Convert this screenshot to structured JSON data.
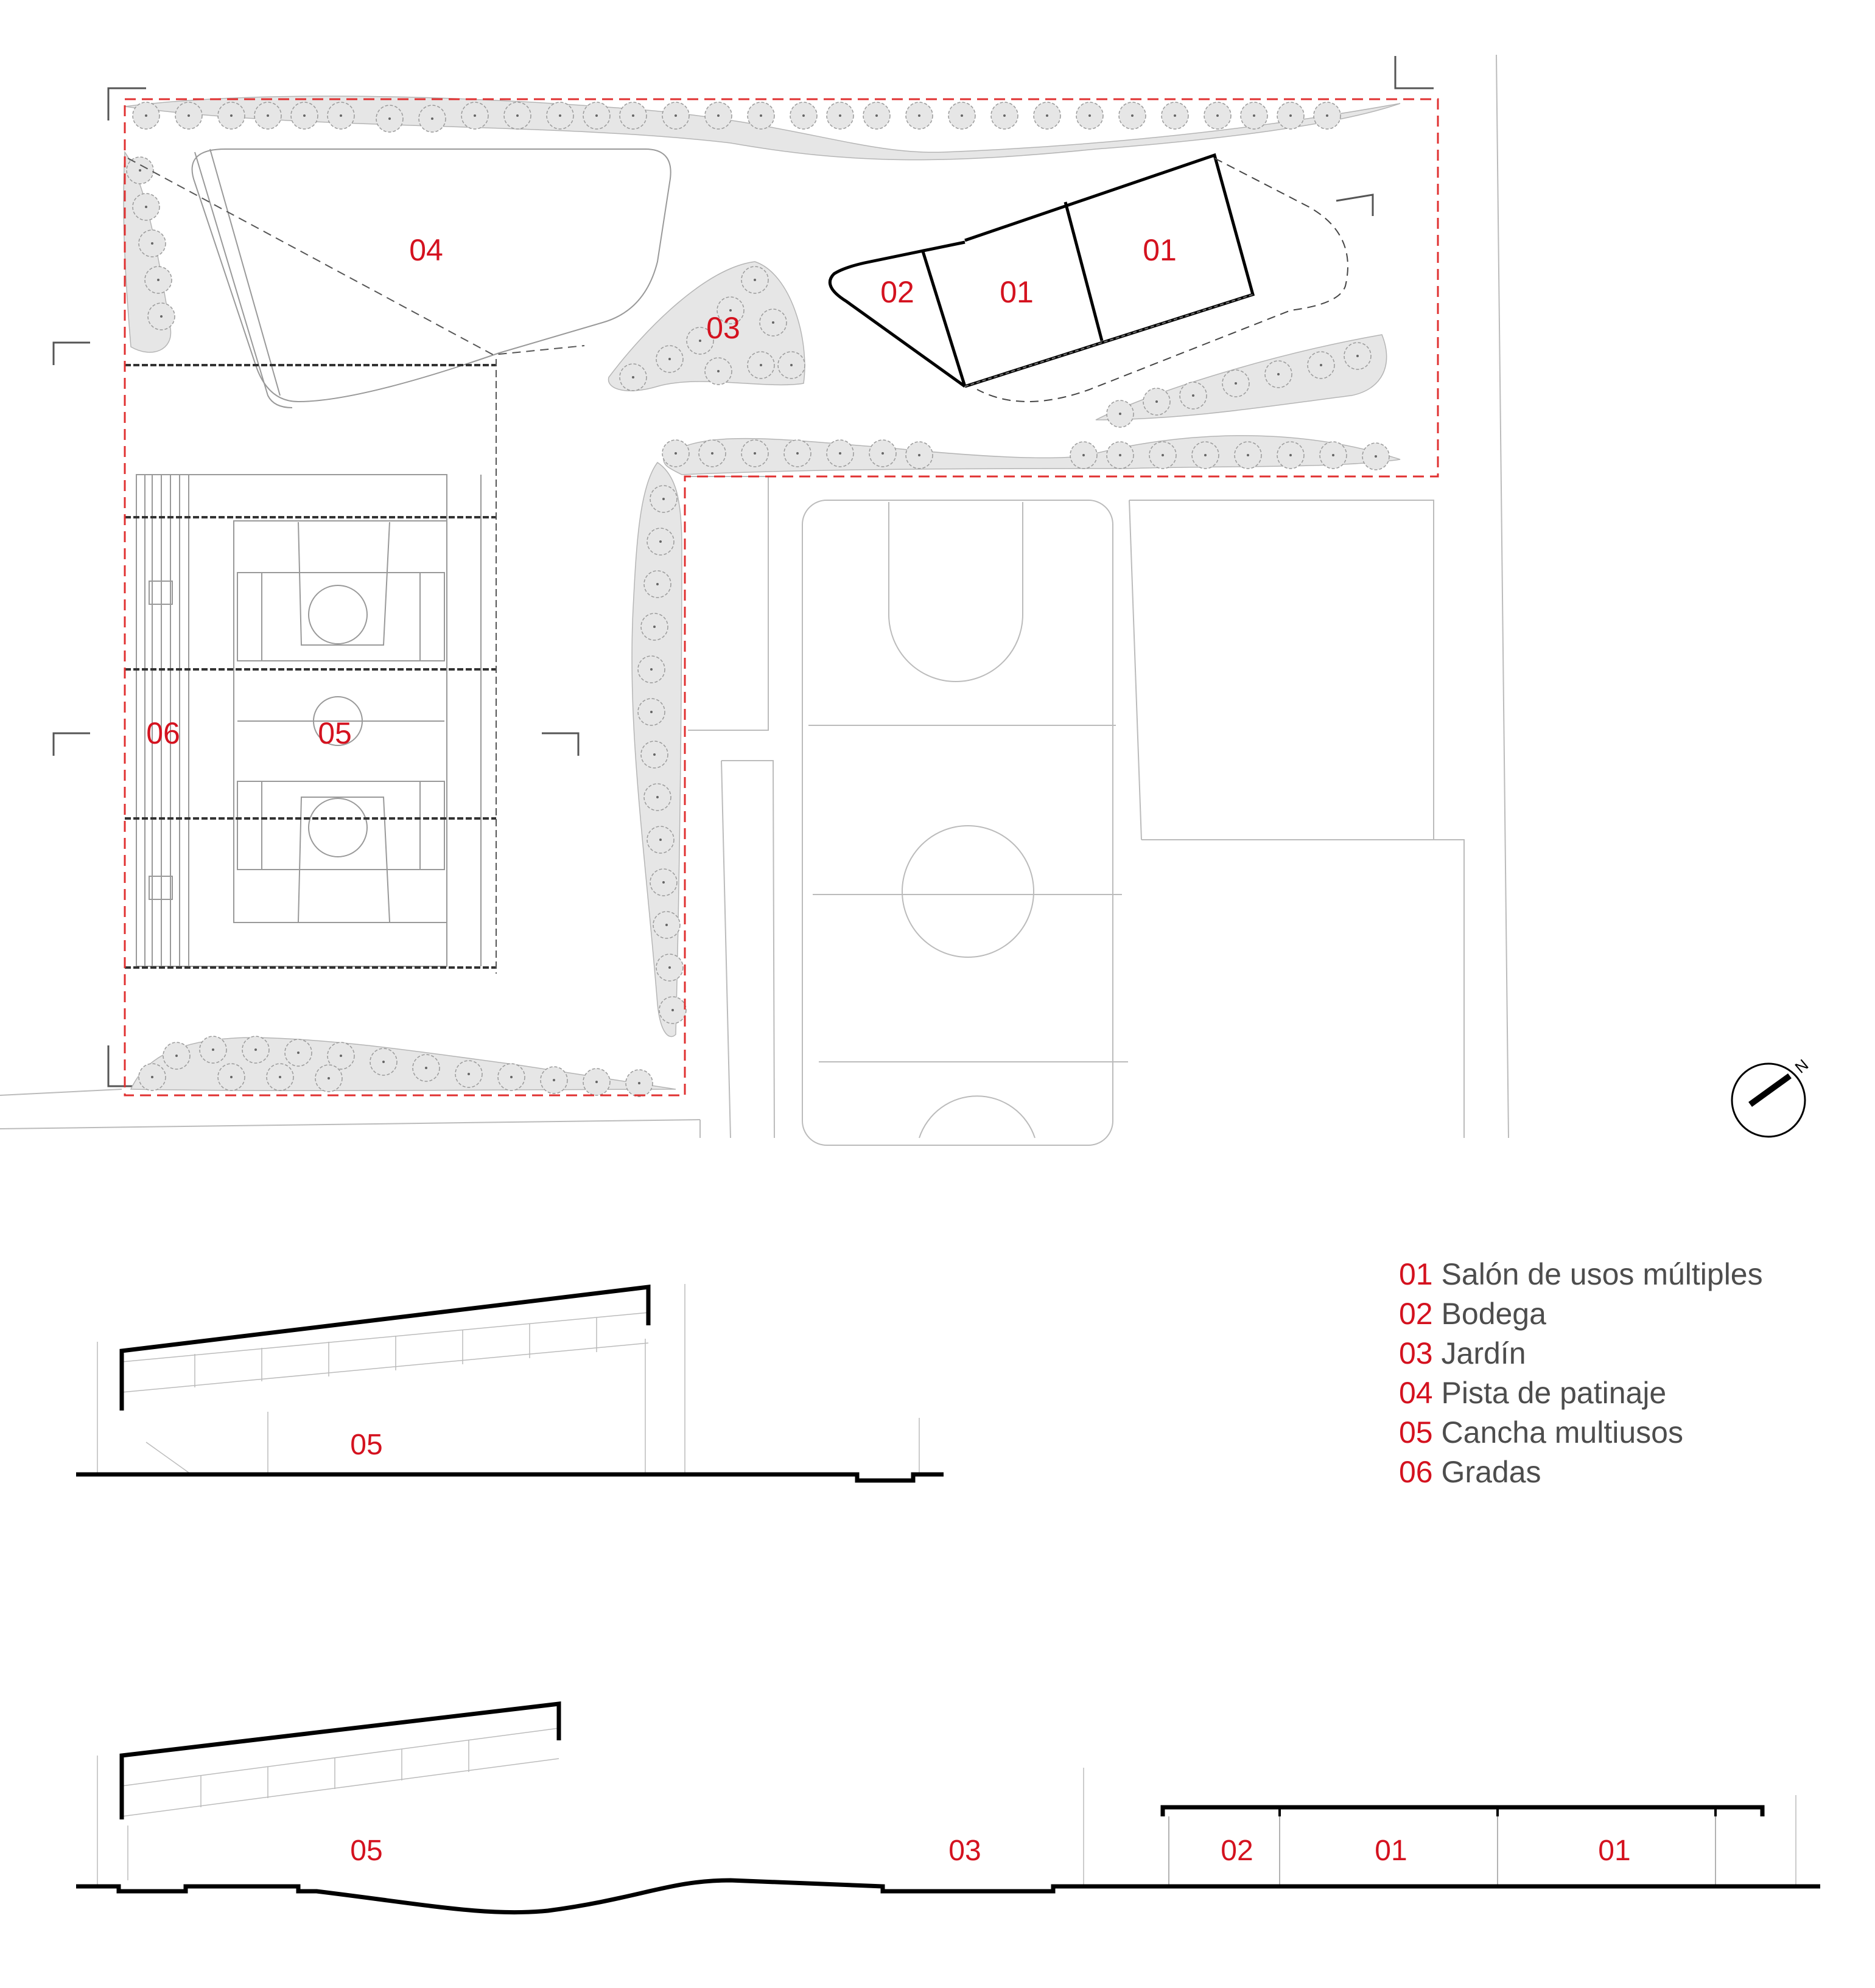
{
  "plan": {
    "zones": [
      {
        "id": "04"
      },
      {
        "id": "03"
      },
      {
        "id": "02"
      },
      {
        "id": "01"
      },
      {
        "id": "01"
      },
      {
        "id": "06"
      },
      {
        "id": "05"
      }
    ]
  },
  "section_a": {
    "labels": [
      "05"
    ]
  },
  "section_b": {
    "labels": [
      "05",
      "03",
      "02",
      "01",
      "01"
    ]
  },
  "north_arrow": {
    "letter": "N"
  },
  "legend": [
    {
      "num": "01",
      "text": "Salón de usos múltiples"
    },
    {
      "num": "02",
      "text": "Bodega"
    },
    {
      "num": "03",
      "text": "Jardín"
    },
    {
      "num": "04",
      "text": "Pista de patinaje"
    },
    {
      "num": "05",
      "text": "Cancha multiusos"
    },
    {
      "num": "06",
      "text": "Gradas"
    }
  ],
  "colors": {
    "label": "#d4121f",
    "boundary": "#e03030",
    "vegetation": "#e6e6e6",
    "ink": "#000000",
    "legend_text": "#4d4d4d"
  }
}
